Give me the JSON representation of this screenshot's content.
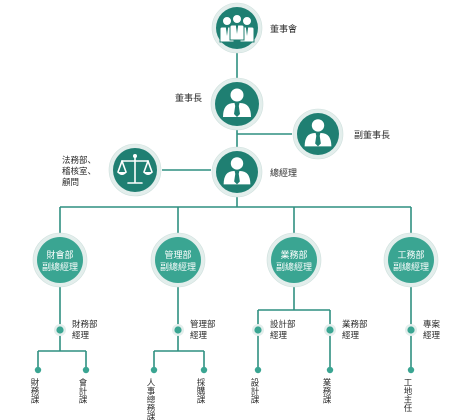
{
  "colors": {
    "teal": "#1f7f72",
    "teal_light": "#3aa592",
    "line": "#2f8f80",
    "ring": "#e3eeec",
    "text": "#2b2b2b"
  },
  "top": {
    "board": {
      "label": "董事會",
      "icon": "group-people-icon"
    },
    "chairman": {
      "label": "董事長",
      "icon": "person-tie-icon"
    },
    "vice_chairman": {
      "label": "副董事長",
      "icon": "person-tie-icon"
    },
    "legal": {
      "label_lines": [
        "法務部、",
        "稽核室、",
        "顧問"
      ],
      "icon": "scales-icon"
    },
    "gm": {
      "label": "總經理",
      "icon": "person-tie-icon"
    }
  },
  "departments": [
    {
      "lines": [
        "財會部",
        "副總經理"
      ],
      "sub": {
        "lines": [
          "財務部",
          "經理"
        ]
      },
      "units": [
        "財務課",
        "會計課"
      ]
    },
    {
      "lines": [
        "管理部",
        "副總經理"
      ],
      "sub": {
        "lines": [
          "管理部",
          "經理"
        ]
      },
      "units": [
        "人事總務課",
        "採購課"
      ]
    },
    {
      "lines": [
        "業務部",
        "副總經理"
      ],
      "subs": [
        {
          "lines": [
            "設計部",
            "經理"
          ],
          "unit": "設計課"
        },
        {
          "lines": [
            "業務部",
            "經理"
          ],
          "unit": "業務課"
        }
      ]
    },
    {
      "lines": [
        "工務部",
        "副總經理"
      ],
      "sub": {
        "lines": [
          "專案",
          "經理"
        ]
      },
      "units": [
        "工地主任"
      ]
    }
  ]
}
